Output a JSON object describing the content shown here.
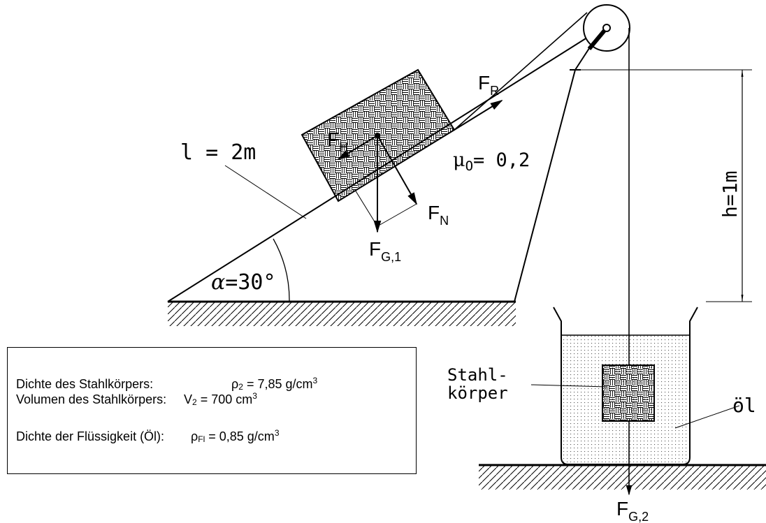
{
  "labels": {
    "length": "l = 2m",
    "angle_symbol": "α",
    "angle_value": "=30°",
    "height": "h=1m",
    "mu_symbol": "μ",
    "mu_sub": "O",
    "mu_value": "= 0,2",
    "f": "F",
    "FR_sub": "R",
    "FH_sub": "H",
    "FN_sub": "N",
    "FG1_sub": "G,1",
    "FG2_sub": "G,2",
    "steel_body_line1": "Stahl-",
    "steel_body_line2": "körper",
    "oil": "öl"
  },
  "info": {
    "row1_label": "Dichte des Stahlkörpers:",
    "row1_sym": "ρ",
    "row1_sub": "2",
    "row1_value": " = 7,85 g/cm",
    "row1_sup": "3",
    "row2_label": "Volumen des Stahlkörpers:",
    "row2_sym": "V",
    "row2_sub": "2",
    "row2_value": " = 700 cm",
    "row2_sup": "3",
    "row3_label": "Dichte der Flüssigkeit (Öl):",
    "row3_sym": "ρ",
    "row3_sub": "Fl",
    "row3_value": " = 0,85 g/cm",
    "row3_sup": "3"
  }
}
